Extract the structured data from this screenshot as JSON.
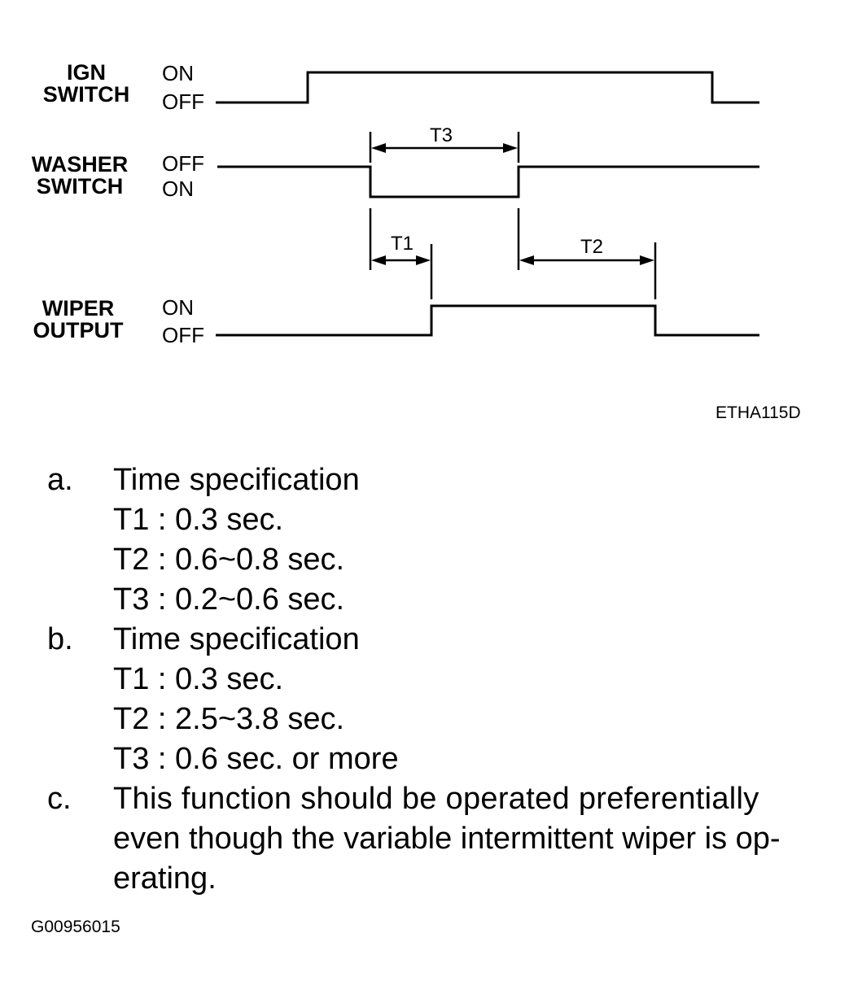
{
  "signals": {
    "ign": {
      "name_line1": "IGN",
      "name_line2": "SWITCH",
      "upper_state": "ON",
      "lower_state": "OFF"
    },
    "washer": {
      "name_line1": "WASHER",
      "name_line2": "SWITCH",
      "upper_state": "OFF",
      "lower_state": "ON"
    },
    "wiper": {
      "name_line1": "WIPER",
      "name_line2": "OUTPUT",
      "upper_state": "ON",
      "lower_state": "OFF"
    }
  },
  "timings": {
    "t1": "T1",
    "t2": "T2",
    "t3": "T3"
  },
  "figure_id": "ETHA115D",
  "notes": {
    "a": {
      "letter": "a.",
      "heading": "Time specification",
      "lines": [
        "T1 : 0.3 sec.",
        "T2 : 0.6~0.8 sec.",
        "T3 : 0.2~0.6 sec."
      ]
    },
    "b": {
      "letter": "b.",
      "heading": "Time specification",
      "lines": [
        "T1 : 0.3 sec.",
        "T2 : 2.5~3.8 sec.",
        "T3 : 0.6 sec.  or more"
      ]
    },
    "c": {
      "letter": "c.",
      "lines": [
        "This function should be operated preferentially",
        "even though the variable intermittent wiper is op-",
        "erating."
      ]
    }
  },
  "document_id": "G00956015"
}
